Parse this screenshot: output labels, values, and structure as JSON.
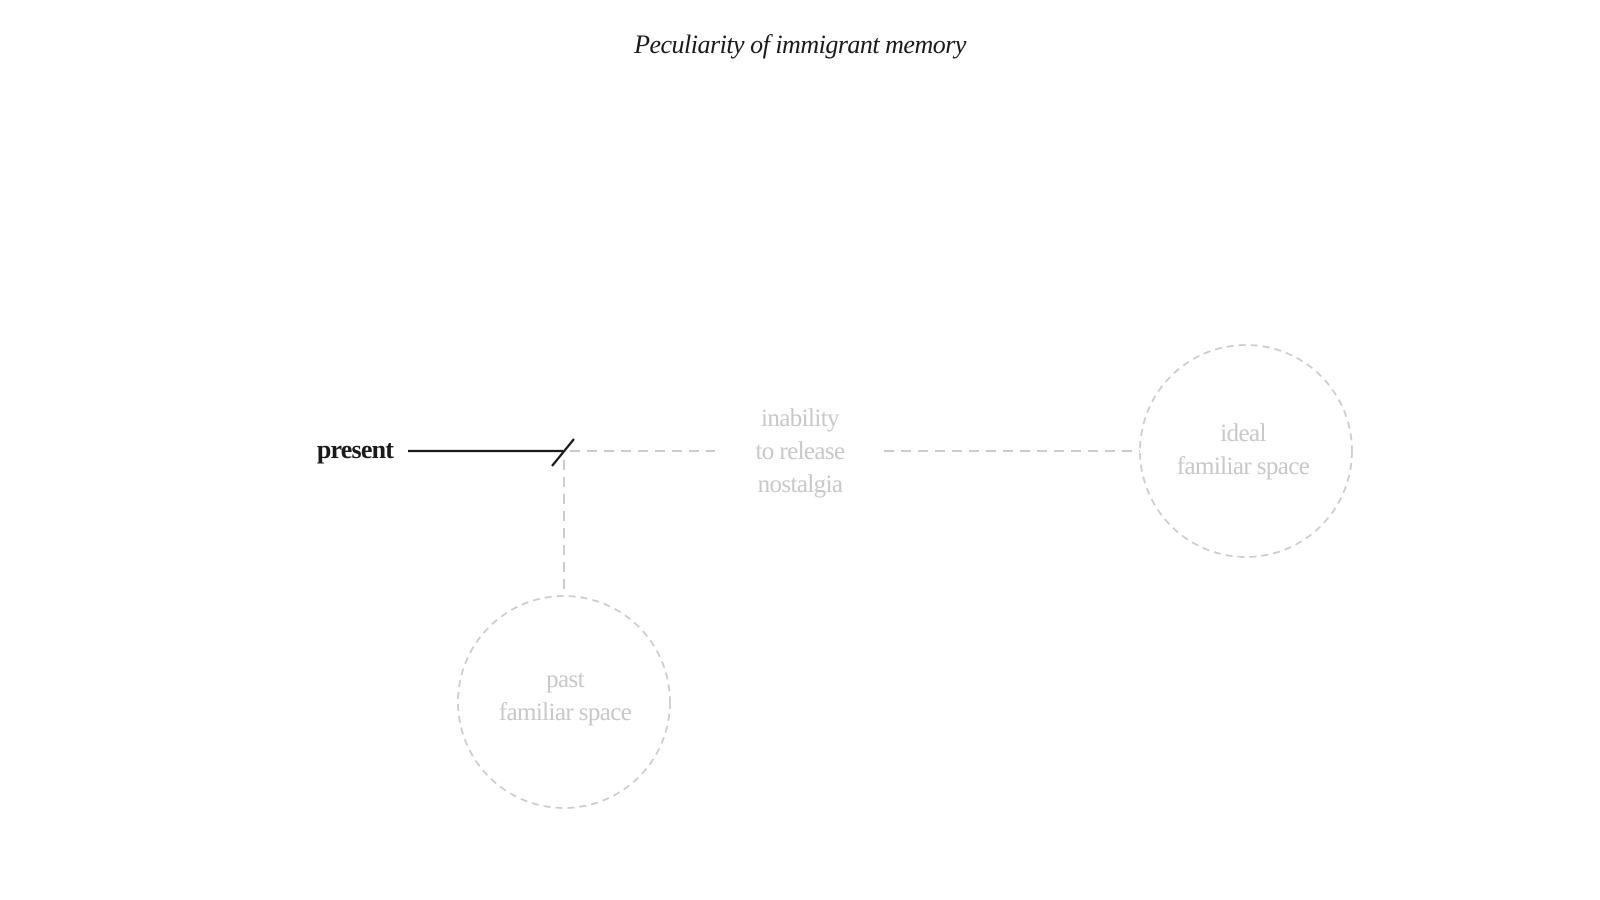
{
  "title": "Peculiarity of immigrant memory",
  "nodes": {
    "present": {
      "label": "present"
    },
    "nostalgia": {
      "lines": [
        "inability",
        "to release",
        "nostalgia"
      ]
    },
    "ideal": {
      "lines": [
        "ideal",
        "familiar space"
      ]
    },
    "past": {
      "lines": [
        "past",
        "familiar space"
      ]
    }
  },
  "colors": {
    "ink": "#1a1a1a",
    "faint": "#c8c8c8",
    "dash": "#cccccc",
    "background": "#ffffff"
  }
}
